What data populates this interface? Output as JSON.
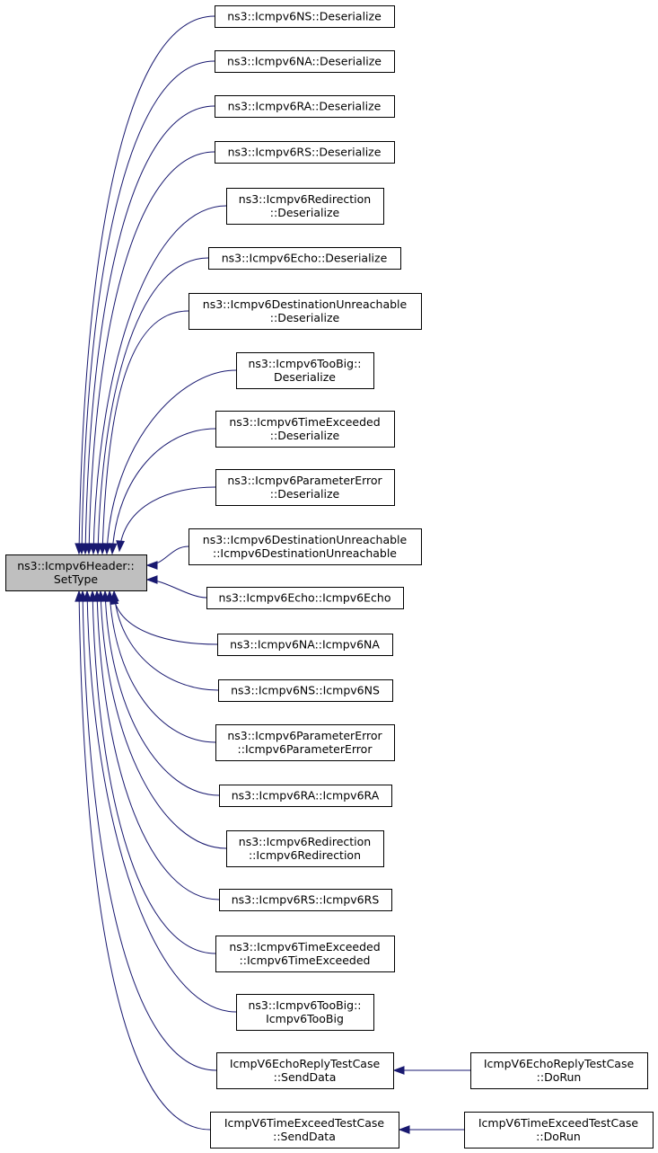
{
  "root": {
    "id": "root",
    "lines": [
      "ns3::Icmpv6Header::",
      "SetType"
    ]
  },
  "callers": [
    {
      "id": "ns-deser",
      "lines": [
        "ns3::Icmpv6NS::Deserialize"
      ]
    },
    {
      "id": "na-deser",
      "lines": [
        "ns3::Icmpv6NA::Deserialize"
      ]
    },
    {
      "id": "ra-deser",
      "lines": [
        "ns3::Icmpv6RA::Deserialize"
      ]
    },
    {
      "id": "rs-deser",
      "lines": [
        "ns3::Icmpv6RS::Deserialize"
      ]
    },
    {
      "id": "redir-deser",
      "lines": [
        "ns3::Icmpv6Redirection",
        "::Deserialize"
      ]
    },
    {
      "id": "echo-deser",
      "lines": [
        "ns3::Icmpv6Echo::Deserialize"
      ]
    },
    {
      "id": "dest-deser",
      "lines": [
        "ns3::Icmpv6DestinationUnreachable",
        "::Deserialize"
      ]
    },
    {
      "id": "toobig-deser",
      "lines": [
        "ns3::Icmpv6TooBig::",
        "Deserialize"
      ]
    },
    {
      "id": "timeex-deser",
      "lines": [
        "ns3::Icmpv6TimeExceeded",
        "::Deserialize"
      ]
    },
    {
      "id": "paramerr-deser",
      "lines": [
        "ns3::Icmpv6ParameterError",
        "::Deserialize"
      ]
    },
    {
      "id": "dest-ctor",
      "lines": [
        "ns3::Icmpv6DestinationUnreachable",
        "::Icmpv6DestinationUnreachable"
      ]
    },
    {
      "id": "echo-ctor",
      "lines": [
        "ns3::Icmpv6Echo::Icmpv6Echo"
      ]
    },
    {
      "id": "na-ctor",
      "lines": [
        "ns3::Icmpv6NA::Icmpv6NA"
      ]
    },
    {
      "id": "ns-ctor",
      "lines": [
        "ns3::Icmpv6NS::Icmpv6NS"
      ]
    },
    {
      "id": "paramerr-ctor",
      "lines": [
        "ns3::Icmpv6ParameterError",
        "::Icmpv6ParameterError"
      ]
    },
    {
      "id": "ra-ctor",
      "lines": [
        "ns3::Icmpv6RA::Icmpv6RA"
      ]
    },
    {
      "id": "redir-ctor",
      "lines": [
        "ns3::Icmpv6Redirection",
        "::Icmpv6Redirection"
      ]
    },
    {
      "id": "rs-ctor",
      "lines": [
        "ns3::Icmpv6RS::Icmpv6RS"
      ]
    },
    {
      "id": "timeex-ctor",
      "lines": [
        "ns3::Icmpv6TimeExceeded",
        "::Icmpv6TimeExceeded"
      ]
    },
    {
      "id": "toobig-ctor",
      "lines": [
        "ns3::Icmpv6TooBig::",
        "Icmpv6TooBig"
      ]
    },
    {
      "id": "echoreply-send",
      "lines": [
        "IcmpV6EchoReplyTestCase",
        "::SendData"
      ]
    },
    {
      "id": "timeexceed-send",
      "lines": [
        "IcmpV6TimeExceedTestCase",
        "::SendData"
      ]
    }
  ],
  "second_level": [
    {
      "id": "echoreply-run",
      "lines": [
        "IcmpV6EchoReplyTestCase",
        "::DoRun"
      ],
      "calls": "echoreply-send"
    },
    {
      "id": "timeexceed-run",
      "lines": [
        "IcmpV6TimeExceedTestCase",
        "::DoRun"
      ],
      "calls": "timeexceed-send"
    }
  ]
}
